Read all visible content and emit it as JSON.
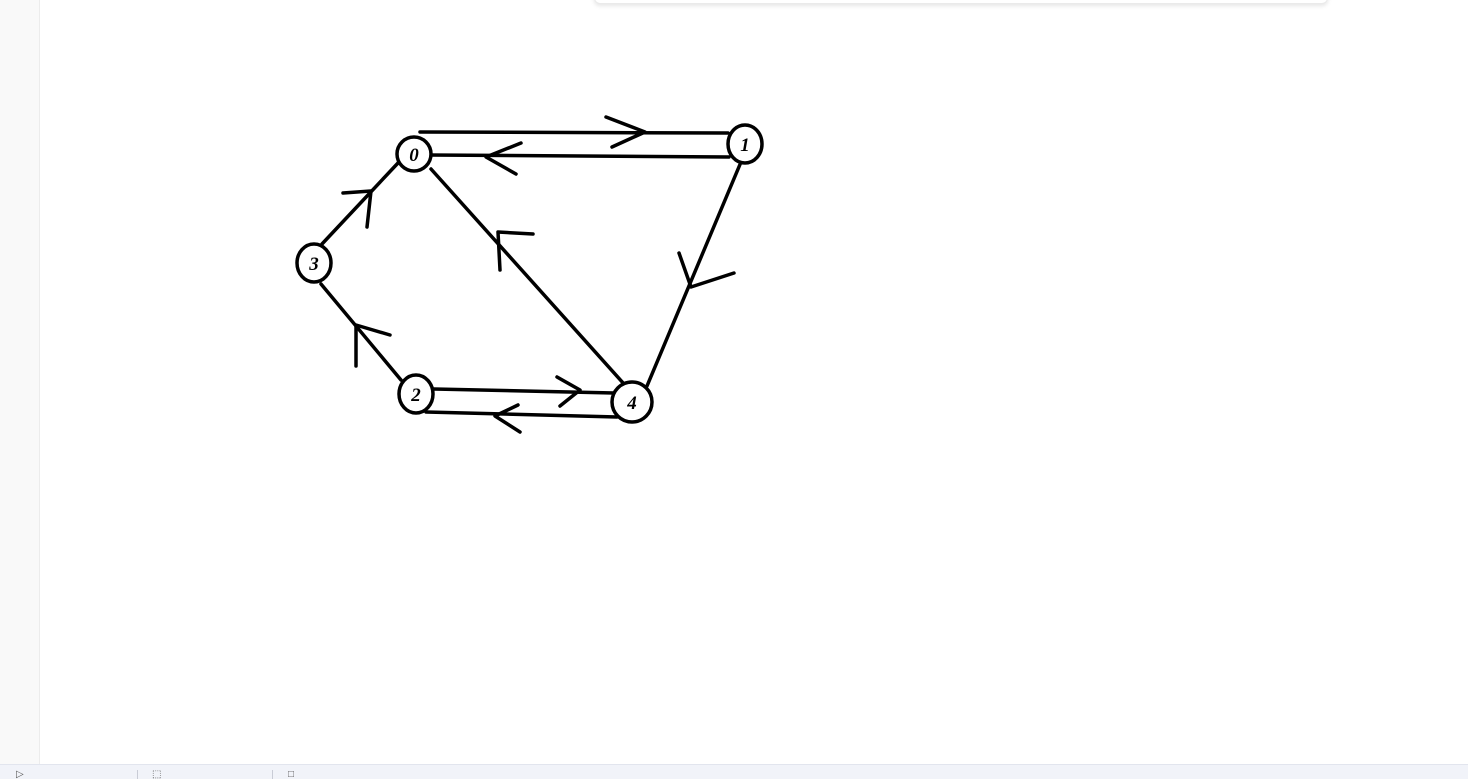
{
  "status_bar": {
    "cursor_position": "",
    "selection_size": "",
    "image_size": ""
  },
  "icons": {
    "cursor": "pointer-arrow-icon",
    "selection": "selection-rect-icon",
    "image_size": "image-size-icon"
  },
  "diagram": {
    "nodes": [
      {
        "id": "n0",
        "label": "0"
      },
      {
        "id": "n1",
        "label": "1"
      },
      {
        "id": "n2",
        "label": "2"
      },
      {
        "id": "n3",
        "label": "3"
      },
      {
        "id": "n4",
        "label": "4"
      }
    ],
    "edges": [
      {
        "from": "0",
        "to": "1"
      },
      {
        "from": "1",
        "to": "0"
      },
      {
        "from": "1",
        "to": "4"
      },
      {
        "from": "4",
        "to": "0"
      },
      {
        "from": "2",
        "to": "4"
      },
      {
        "from": "4",
        "to": "2"
      },
      {
        "from": "2",
        "to": "3"
      },
      {
        "from": "3",
        "to": "0"
      }
    ]
  }
}
